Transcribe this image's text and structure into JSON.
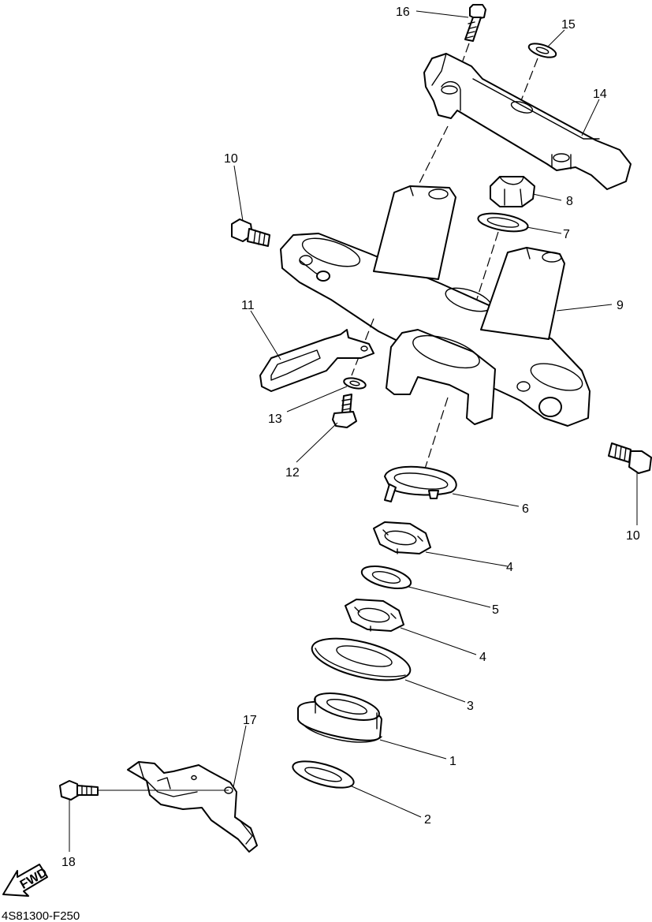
{
  "diagram": {
    "drawing_code": "4S81300-F250",
    "direction_badge": "FWD",
    "callouts": [
      {
        "key": "c16",
        "number": "16",
        "part": "bolt"
      },
      {
        "key": "c15",
        "number": "15",
        "part": "washer"
      },
      {
        "key": "c14",
        "number": "14",
        "part": "upper-bracket"
      },
      {
        "key": "c10a",
        "number": "10",
        "part": "bolt"
      },
      {
        "key": "c8",
        "number": "8",
        "part": "nut"
      },
      {
        "key": "c7",
        "number": "7",
        "part": "washer"
      },
      {
        "key": "c9",
        "number": "9",
        "part": "under-bracket"
      },
      {
        "key": "c11",
        "number": "11",
        "part": "hose-guide-bracket"
      },
      {
        "key": "c13",
        "number": "13",
        "part": "washer"
      },
      {
        "key": "c12",
        "number": "12",
        "part": "bolt"
      },
      {
        "key": "c10b",
        "number": "10",
        "part": "bolt"
      },
      {
        "key": "c6",
        "number": "6",
        "part": "lock-washer"
      },
      {
        "key": "c4a",
        "number": "4",
        "part": "ring-nut"
      },
      {
        "key": "c5",
        "number": "5",
        "part": "rubber-washer"
      },
      {
        "key": "c4b",
        "number": "4",
        "part": "ring-nut"
      },
      {
        "key": "c3",
        "number": "3",
        "part": "bearing-cover"
      },
      {
        "key": "c17",
        "number": "17",
        "part": "hose-holder"
      },
      {
        "key": "c1",
        "number": "1",
        "part": "bearing"
      },
      {
        "key": "c2",
        "number": "2",
        "part": "dust-seal"
      },
      {
        "key": "c18",
        "number": "18",
        "part": "bolt"
      }
    ]
  }
}
